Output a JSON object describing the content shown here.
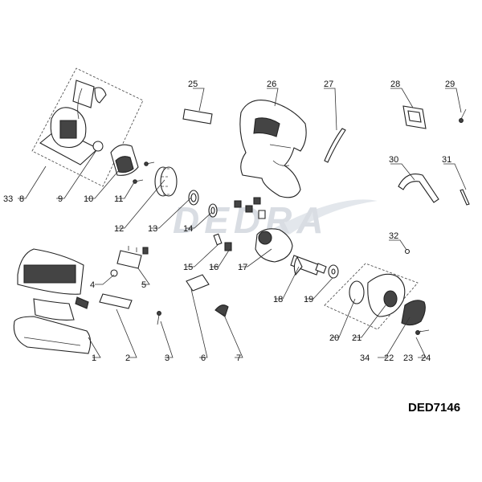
{
  "model_code": "DED7146",
  "watermark": "DEDRA",
  "callouts": [
    "1",
    "2",
    "3",
    "4",
    "5",
    "6",
    "7",
    "8",
    "9",
    "10",
    "11",
    "12",
    "13",
    "14",
    "15",
    "16",
    "17",
    "18",
    "19",
    "20",
    "21",
    "22",
    "23",
    "24",
    "25",
    "26",
    "27",
    "28",
    "29",
    "30",
    "31",
    "32",
    "33",
    "34"
  ]
}
